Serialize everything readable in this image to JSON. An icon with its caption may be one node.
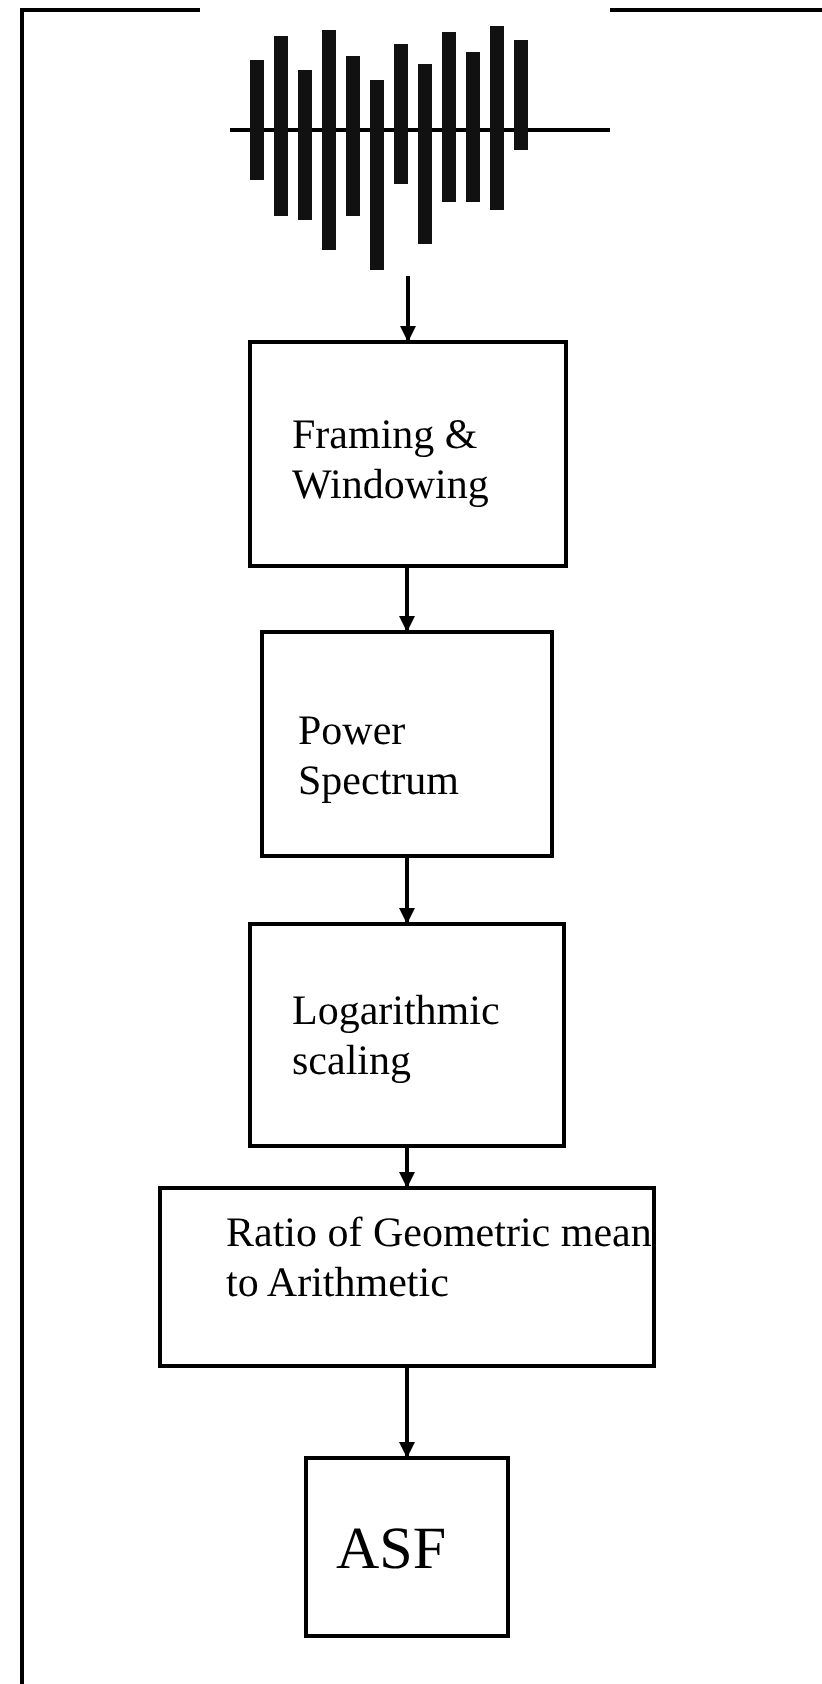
{
  "diagram": {
    "nodes": [
      {
        "text": [],
        "shape": "picture"
      },
      {
        "text": [
          "Framing & Windowing"
        ]
      },
      {
        "text": [
          "Power Spectrum"
        ]
      },
      {
        "text": [
          "Logarithmic scaling"
        ]
      },
      {
        "text": [
          "Ratio of Geometric mean to Arithmetic"
        ]
      },
      {
        "text": [
          "ASF"
        ]
      }
    ],
    "edges": [
      {
        "from": 0,
        "to": 1,
        "arrow": "to"
      },
      {
        "from": 1,
        "to": 2,
        "arrow": "to"
      },
      {
        "from": 2,
        "to": 3,
        "arrow": "to"
      },
      {
        "from": 3,
        "to": 4,
        "arrow": "to"
      },
      {
        "from": 4,
        "to": 5,
        "arrow": "to"
      }
    ]
  }
}
